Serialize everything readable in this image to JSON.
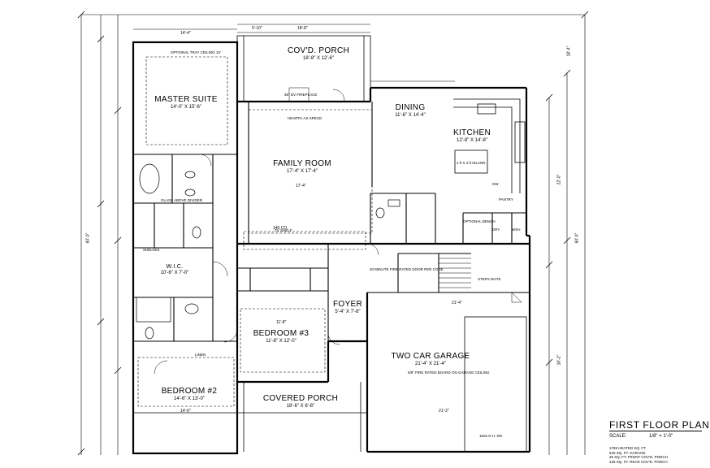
{
  "rooms": {
    "covd_porch": {
      "name": "COV'D. PORCH",
      "dim": "18'-8\" X 12'-6\""
    },
    "master_suite": {
      "name": "MASTER SUITE",
      "dim": "14'-0\" X 15'-6\""
    },
    "family_room": {
      "name": "FAMILY ROOM",
      "dim": "17'-4\" X 17'-4\""
    },
    "dining": {
      "name": "DINING",
      "dim": "11'-6\" X 14'-4\""
    },
    "kitchen": {
      "name": "KITCHEN",
      "dim": "12'-8\" X 14'-8\""
    },
    "wic": {
      "name": "W.I.C.",
      "dim": "10'-6\" X 7'-0\""
    },
    "foyer": {
      "name": "FOYER",
      "dim": "5'-4\" X 7'-8\""
    },
    "bedroom3": {
      "name": "BEDROOM #3",
      "dim": "11'-8\" X 12'-0\""
    },
    "two_car_garage": {
      "name": "TWO CAR GARAGE",
      "dim": "21'-4\" X 21'-4\""
    },
    "bedroom2": {
      "name": "BEDROOM #2",
      "dim": "14'-6\" X 13'-0\""
    },
    "covered_porch": {
      "name": "COVERED PORCH",
      "dim": "18'-6\" X 6'-6\""
    }
  },
  "notes": {
    "tray_ceiling": "OPTIONAL TRAY CEILING 10'",
    "fireplace": "36\" DV FIREPLACE",
    "hearth": "HEARTH AS SPECD",
    "glass_block": "GLASS ABOVE DIVIDER",
    "island": "4 ft X 4 ft ISLAND",
    "pantry": "PANTRY",
    "garage_ceiling": "5/8\" FIRE RATED BOARD ON GARAGE CEILING",
    "steps_note": "STEPS NOTE",
    "rated_door": "20 MINUTE FIRE RATED DOOR PER CODE",
    "linen": "LINEN",
    "shelves": "SHELVES",
    "dw": "DW",
    "dryer": "DRY",
    "washer": "WSH",
    "optional_bench": "OPTIONAL BENCH",
    "tv_shelf": "TV SHELF",
    "garage_door": "16x8 O.H. DR."
  },
  "dims": {
    "top_overall": "14'-4\"",
    "porch_top": "18'-8\"",
    "porch_sub": "5'-10\"",
    "left_overall": "60'-0\"",
    "right_overall": "60'-0\"",
    "right_upper": "22'-0\"",
    "right_mid": "18'-4\"",
    "right_lower": "16'-2\"",
    "garage_width": "21'-4\"",
    "garage_depth": "21'-2\"",
    "bed2_width": "14'-6\"",
    "bed3_width": "11'-8\"",
    "family_width": "17'-4\"",
    "cased_opening": "140 CO."
  },
  "title_block": {
    "title": "FIRST FLOOR PLAN",
    "scale_label": "SCALE:",
    "scale_value": "1/8\" = 1'-0\"",
    "areas": [
      "1789 HEATED SQ. FT.",
      "540 SQ. FT. GARAGE",
      "25 SQ. FT. FRONT COV'D. PORCH",
      "125 SQ. FT. REAR COV'D. PORCH"
    ]
  }
}
